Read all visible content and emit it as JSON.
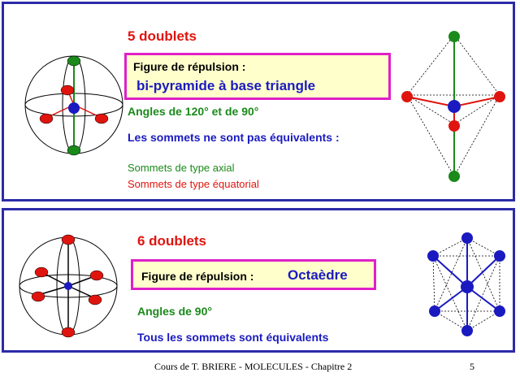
{
  "slide1": {
    "title": "5 doublets",
    "figure_label": "Figure de répulsion :",
    "figure_value": "bi-pyramide à base triangle",
    "angles": "Angles de 120° et de 90°",
    "sommets_statement": "Les sommets ne sont pas équivalents :",
    "axial": "Sommets de type axial",
    "equatorial": "Sommets de type équatorial"
  },
  "slide2": {
    "title": "6 doublets",
    "figure_label": "Figure de répulsion :",
    "figure_value": "Octaèdre",
    "angles": "Angles de 90°",
    "sommets_statement": "Tous les sommets sont équivalents"
  },
  "footer": {
    "text": "Cours de T. BRIERE - MOLECULES - Chapitre 2",
    "page_number": "5"
  },
  "colors": {
    "border": "#2b2ba8",
    "red": "#e0140e",
    "green": "#1a8a1a",
    "blue": "#1a1ac0",
    "highlight_border": "#e020c8",
    "highlight_fill": "#ffffcc"
  }
}
